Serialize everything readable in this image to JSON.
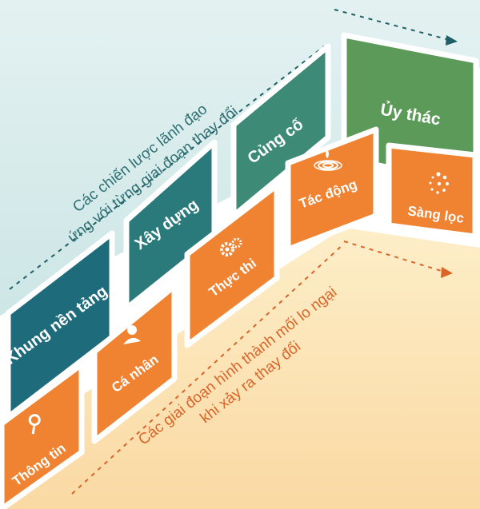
{
  "top_caption": {
    "line1": "Các chiến lược lãnh đạo",
    "line2": "ứng với từng giai đoạn thay đổi"
  },
  "bottom_caption": {
    "line1": "Các giai đoạn hình thành mối lo ngại",
    "line2": "khi xảy ra thay đổi"
  },
  "strategies": [
    {
      "label": "Khung nền tảng",
      "color": "#1e6b7b"
    },
    {
      "label": "Xây dựng",
      "color": "#2a7a7c"
    },
    {
      "label": "Củng cố",
      "color": "#3d8a77"
    },
    {
      "label": "Ủy thác",
      "color": "#5b9a58"
    }
  ],
  "stages": [
    {
      "label": "Thông tin",
      "icon": "search-icon",
      "color": "#ef8332"
    },
    {
      "label": "Cá nhân",
      "icon": "person-icon",
      "color": "#ef8332"
    },
    {
      "label": "Thực thi",
      "icon": "gears-icon",
      "color": "#ef8332"
    },
    {
      "label": "Tác động",
      "icon": "ripple-icon",
      "color": "#ef8332"
    },
    {
      "label": "Sàng lọc",
      "icon": "circle-dots-icon",
      "color": "#ef8332"
    }
  ],
  "colors": {
    "top_background": "#d7ebeb",
    "bottom_background": "#fbe6b9",
    "top_arrow": "#1e5f66",
    "bottom_arrow": "#d9642a"
  }
}
